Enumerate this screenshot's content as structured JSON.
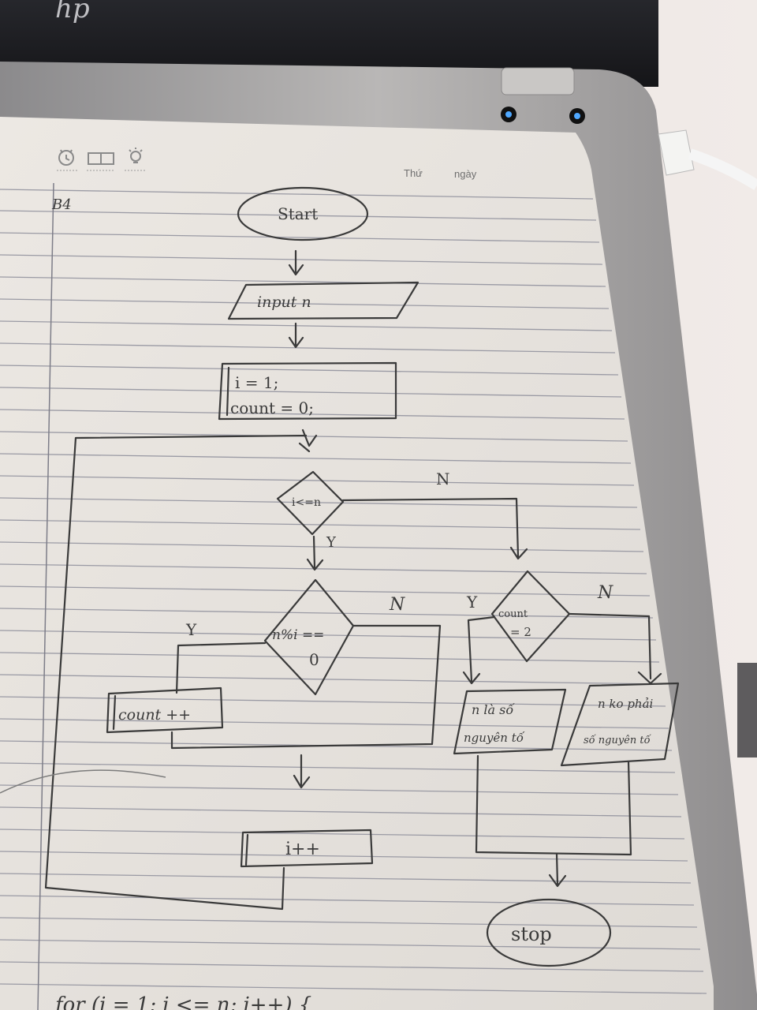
{
  "brand": {
    "logo": "hp"
  },
  "header": {
    "icons": [
      "alarm-clock-icon",
      "book-icon",
      "light-bulb-icon"
    ],
    "day_label": "Thứ",
    "date_label": "ngày"
  },
  "page_label": "B4",
  "flowchart": {
    "start": "Start",
    "input": "input n",
    "init_line1": "i = 1;",
    "init_line2": "count = 0;",
    "cond_loop": "i<=n",
    "cond_loop_yes": "Y",
    "cond_loop_no": "N",
    "cond_mod_line1": "n%i ==",
    "cond_mod_line2": "0",
    "cond_mod_yes": "Y",
    "cond_mod_no": "N",
    "count_inc": "count ++",
    "i_inc": "i++",
    "cond_count_line1": "count",
    "cond_count_line2": "= 2",
    "cond_count_yes": "Y",
    "cond_count_no": "N",
    "out_prime_line1": "n là số",
    "out_prime_line2": "nguyên tố",
    "out_notprime_line1": "n ko phải",
    "out_notprime_line2": "số nguyên tố",
    "stop": "stop"
  },
  "bottom_scribble": "for (i = 1; i <= n; i++) {",
  "colors": {
    "paper": "#e9e5df",
    "rule_line": "#9a9aa4",
    "margin_line": "#7d7d88",
    "pencil": "#3a3a3a",
    "laptop_silver": "#a8a6a6",
    "laptop_dark": "#1f1f22",
    "led": "#4fa8ff"
  }
}
